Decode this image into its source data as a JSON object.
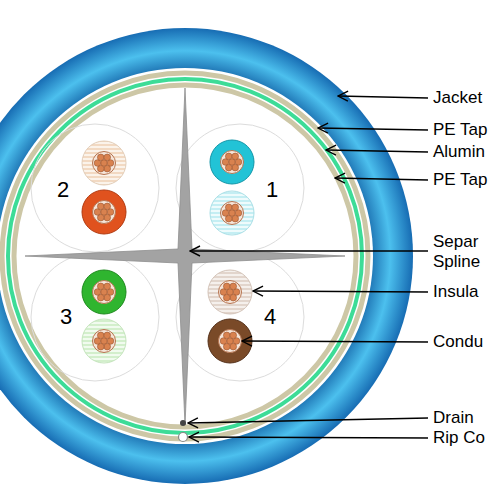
{
  "diagram": {
    "labels": [
      "Jacket",
      "PE Tap",
      "Alumin",
      "2",
      "PE Tap",
      "1",
      "Separ",
      "Spline",
      "Insula",
      "3",
      "4",
      "Condu",
      "Drain",
      "Rip Co"
    ]
  }
}
